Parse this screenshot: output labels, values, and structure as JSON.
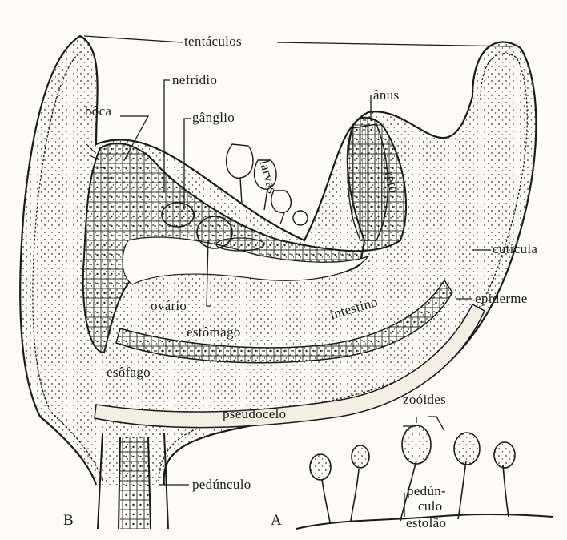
{
  "labels": {
    "tentaculos": "tentáculos",
    "nefridio": "nefrídio",
    "boca": "bôca",
    "ganglio": "gânglio",
    "anus": "ânus",
    "larvas": "larvas",
    "reto": "reto",
    "cuticula": "cutícula",
    "epiderme": "epiderme",
    "ovario": "ovário",
    "intestino": "intestino",
    "estomago": "estômago",
    "esofago": "esôfago",
    "pseudocelo": "pseudocelo",
    "zooides": "zoóides",
    "peduncul_1": "pedún-",
    "peduncul_2": "culo",
    "estolao": "estolão",
    "pedunculo": "pedúnculo",
    "panel_b": "B",
    "panel_a": "A"
  },
  "colors": {
    "ink": "#1a1a1a",
    "paper": "#fdfcf9"
  }
}
